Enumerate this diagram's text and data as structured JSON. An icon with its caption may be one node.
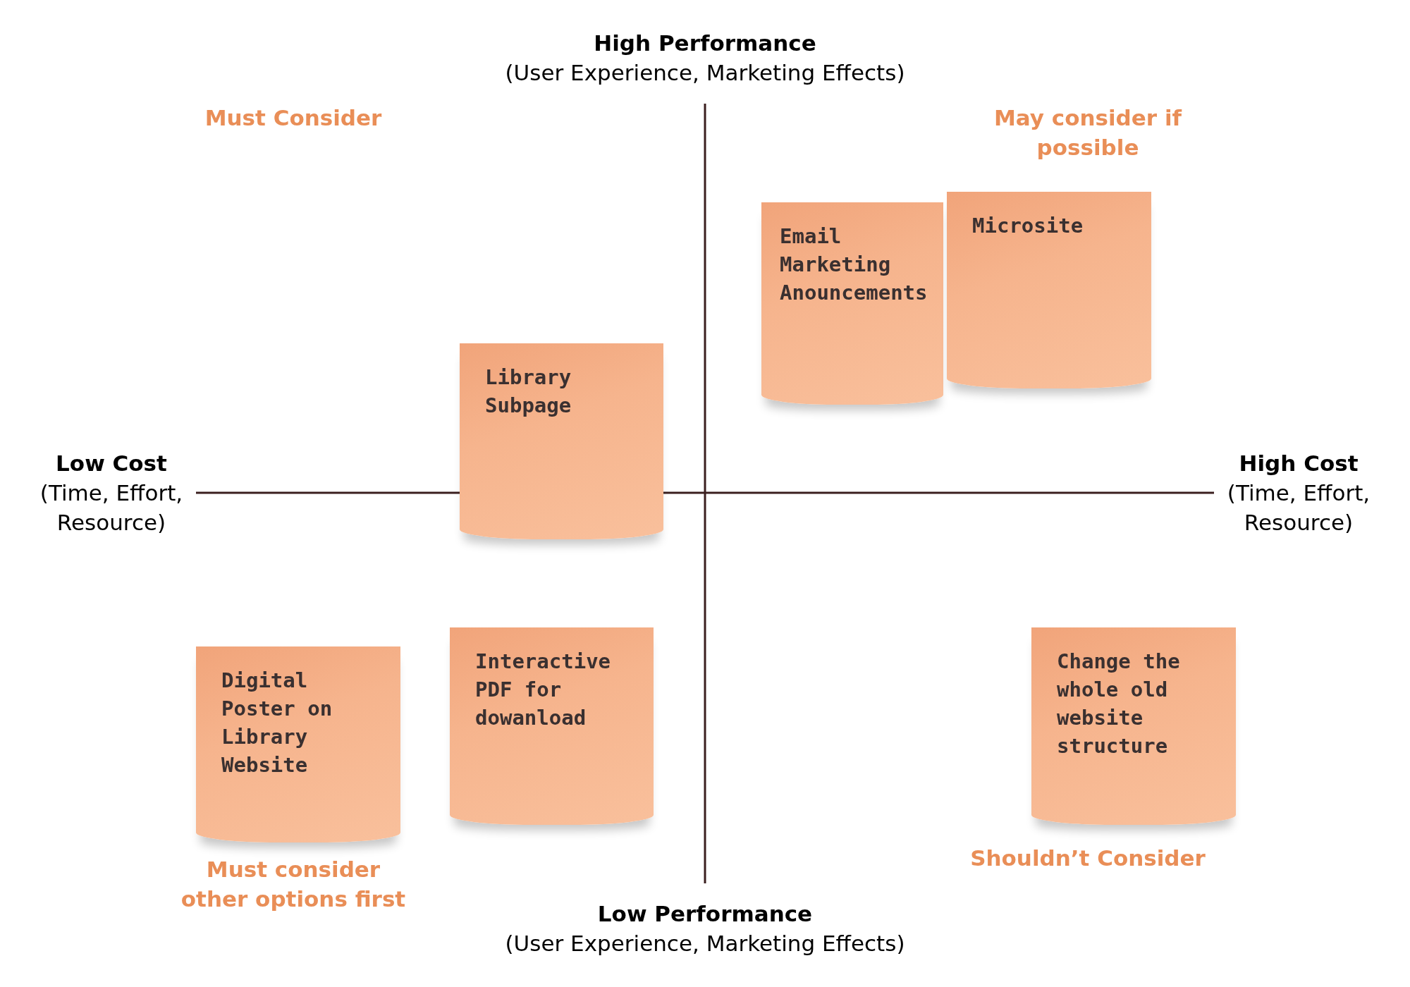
{
  "diagram": {
    "nodes": [
      {
        "text": [
          "Email Marketing Anouncements"
        ]
      },
      {
        "text": [
          "Microsite"
        ]
      },
      {
        "text": [
          "Library Subpage"
        ]
      },
      {
        "text": [
          "Digital Poster on Library Website"
        ]
      },
      {
        "text": [
          "Interactive PDF for dowanload"
        ]
      },
      {
        "text": [
          "Change the whole old website structure"
        ]
      }
    ],
    "labels": [
      "High Performance",
      "(User Experience, Marketing Effects)",
      "Must Consider",
      "May consider if possible",
      "Low Cost",
      "(Time, Effort, Resource)",
      "High Cost",
      "(Time, Effort, Resource)",
      "Must consider other options first",
      "Shouldn’t Consider",
      "Low Performance",
      "(User Experience, Marketing Effects)"
    ]
  }
}
